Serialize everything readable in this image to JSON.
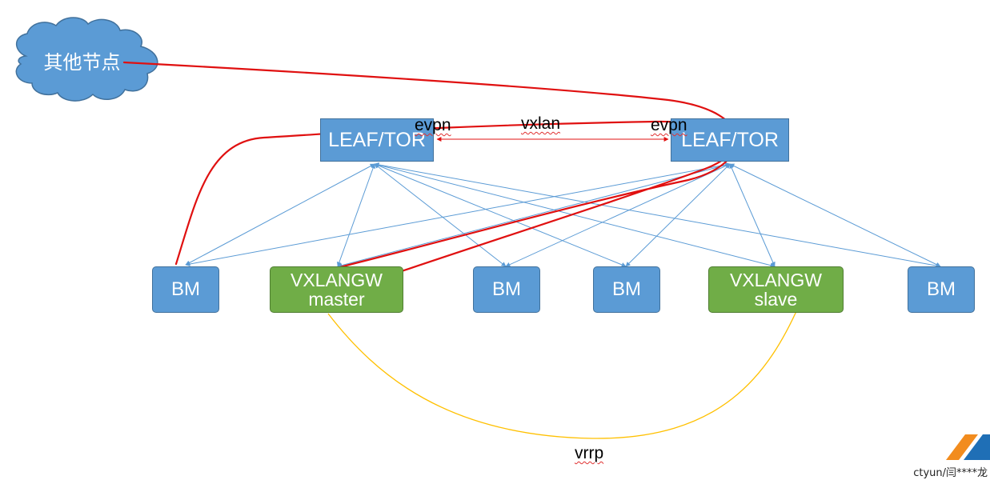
{
  "cloud": {
    "label": "其他节点"
  },
  "leaf_left": {
    "label": "LEAF/TOR"
  },
  "leaf_right": {
    "label": "LEAF/TOR"
  },
  "protocol_labels": {
    "evpn_left": "evpn",
    "vxlan": "vxlan",
    "evpn_right": "evpn",
    "vrrp": "vrrp"
  },
  "nodes": {
    "bm_1": "BM",
    "vxlangw_master_line1": "VXLANGW",
    "vxlangw_master_line2": "master",
    "bm_2": "BM",
    "bm_3": "BM",
    "vxlangw_slave_line1": "VXLANGW",
    "vxlangw_slave_line2": "slave",
    "bm_4": "BM"
  },
  "watermark": "ctyun/闫****龙",
  "colors": {
    "node_blue": "#5b9bd5",
    "gateway_green": "#70ad47",
    "link_blue": "#5b9bd5",
    "path_red": "#e01010",
    "vrrp_orange": "#ffc000",
    "logo_orange": "#f28c1e",
    "logo_blue": "#1f6fb6"
  }
}
